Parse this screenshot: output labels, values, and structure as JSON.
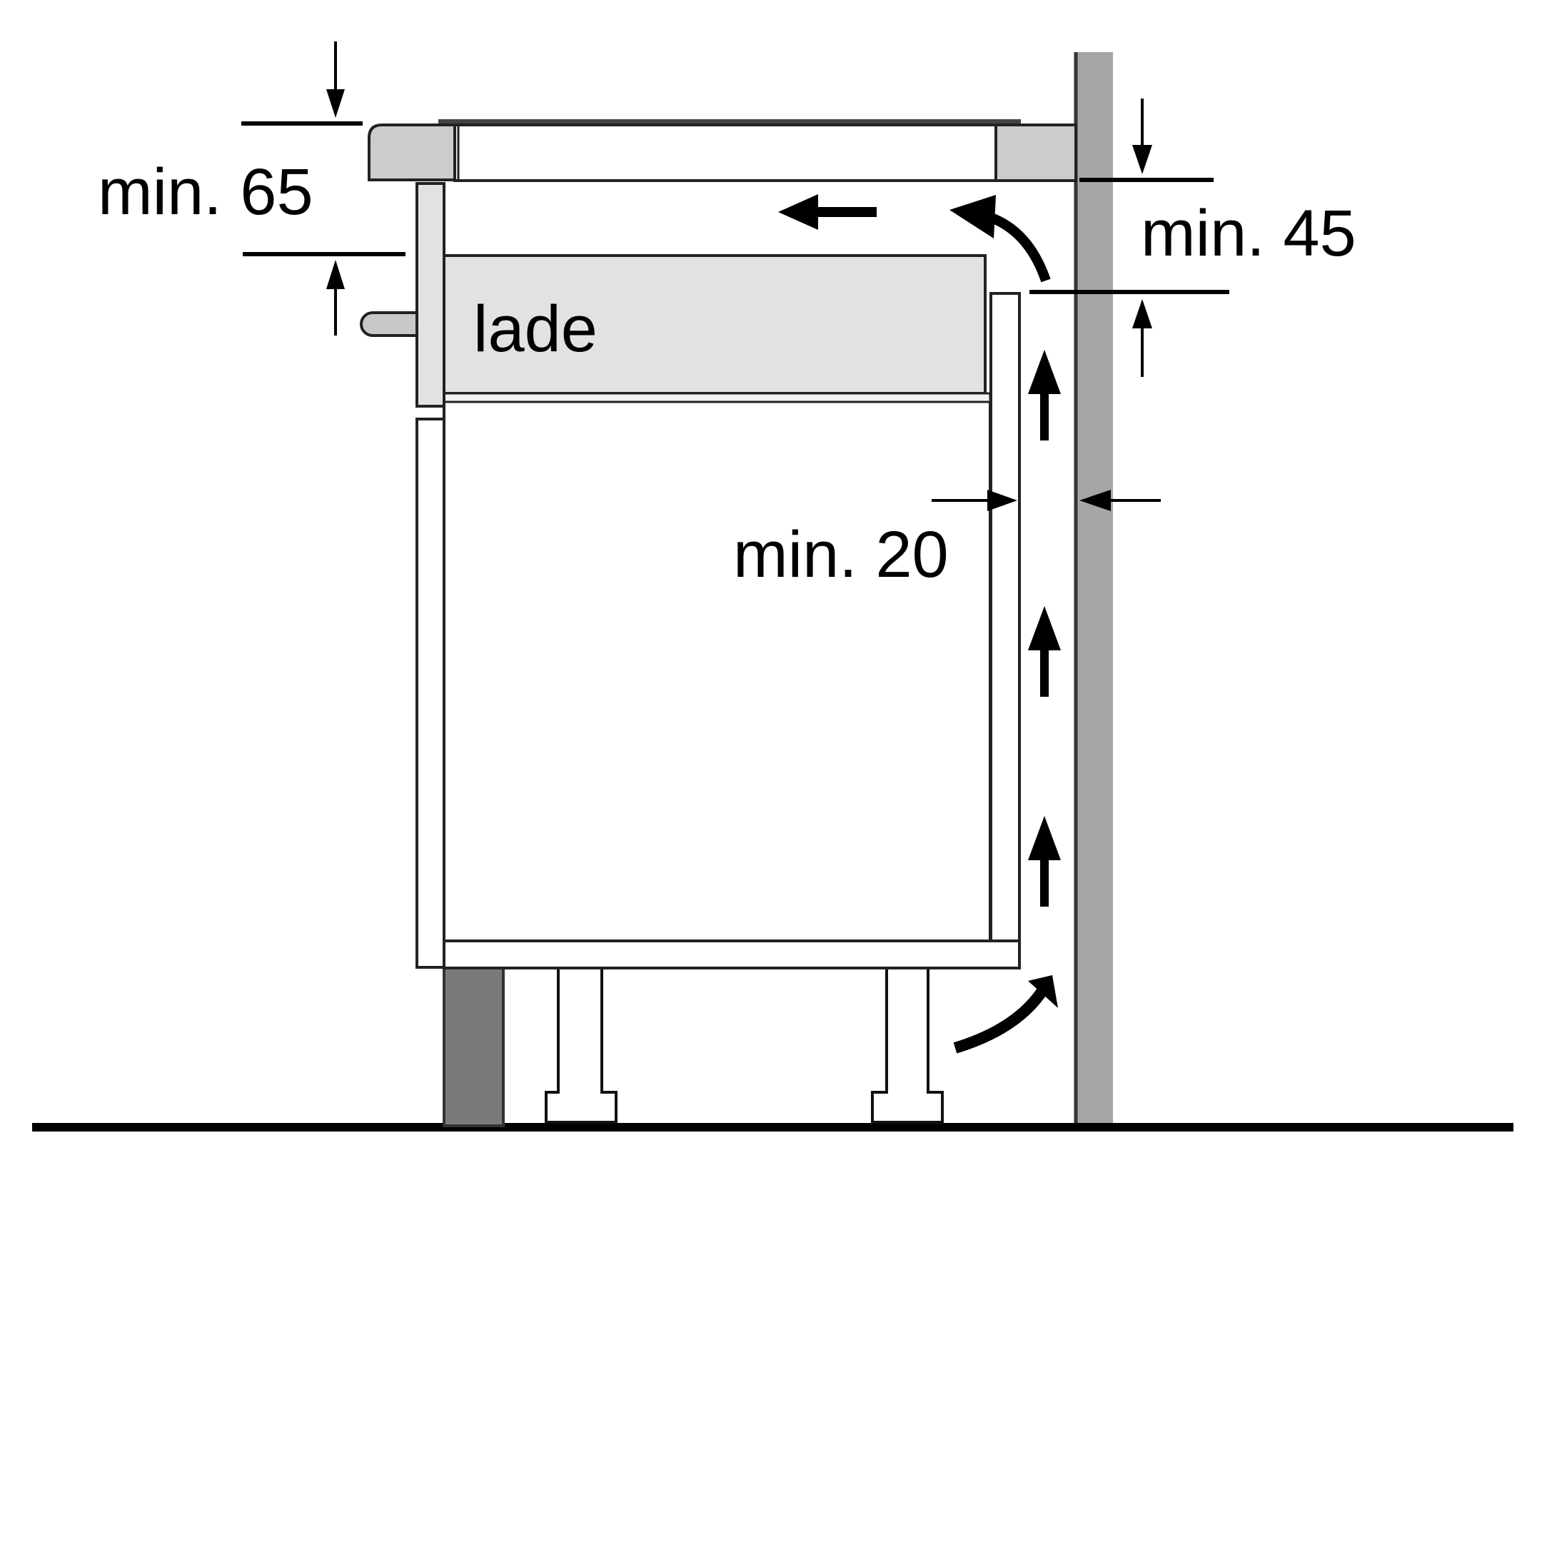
{
  "diagram": {
    "title": "Cooktop installation clearance diagram",
    "labels": {
      "drawer": "lade",
      "clearance_top": "min. 65",
      "clearance_side_top": "min. 45",
      "clearance_gap": "min. 20"
    },
    "colors": {
      "line": "#000000",
      "countertop_fill": "#cccccc",
      "drawer_fill": "#e2e2e2",
      "wall_fill": "#a6a6a6",
      "plinth_fill": "#7a7a7a",
      "background": "#ffffff"
    },
    "airflow_arrows": [
      {
        "direction": "curved-up",
        "position": "below-cabinet-right"
      },
      {
        "direction": "up",
        "position": "gap-lower"
      },
      {
        "direction": "up",
        "position": "gap-middle"
      },
      {
        "direction": "up",
        "position": "gap-upper"
      },
      {
        "direction": "curved-left",
        "position": "above-drawer-right"
      },
      {
        "direction": "left",
        "position": "above-drawer-center"
      }
    ]
  }
}
